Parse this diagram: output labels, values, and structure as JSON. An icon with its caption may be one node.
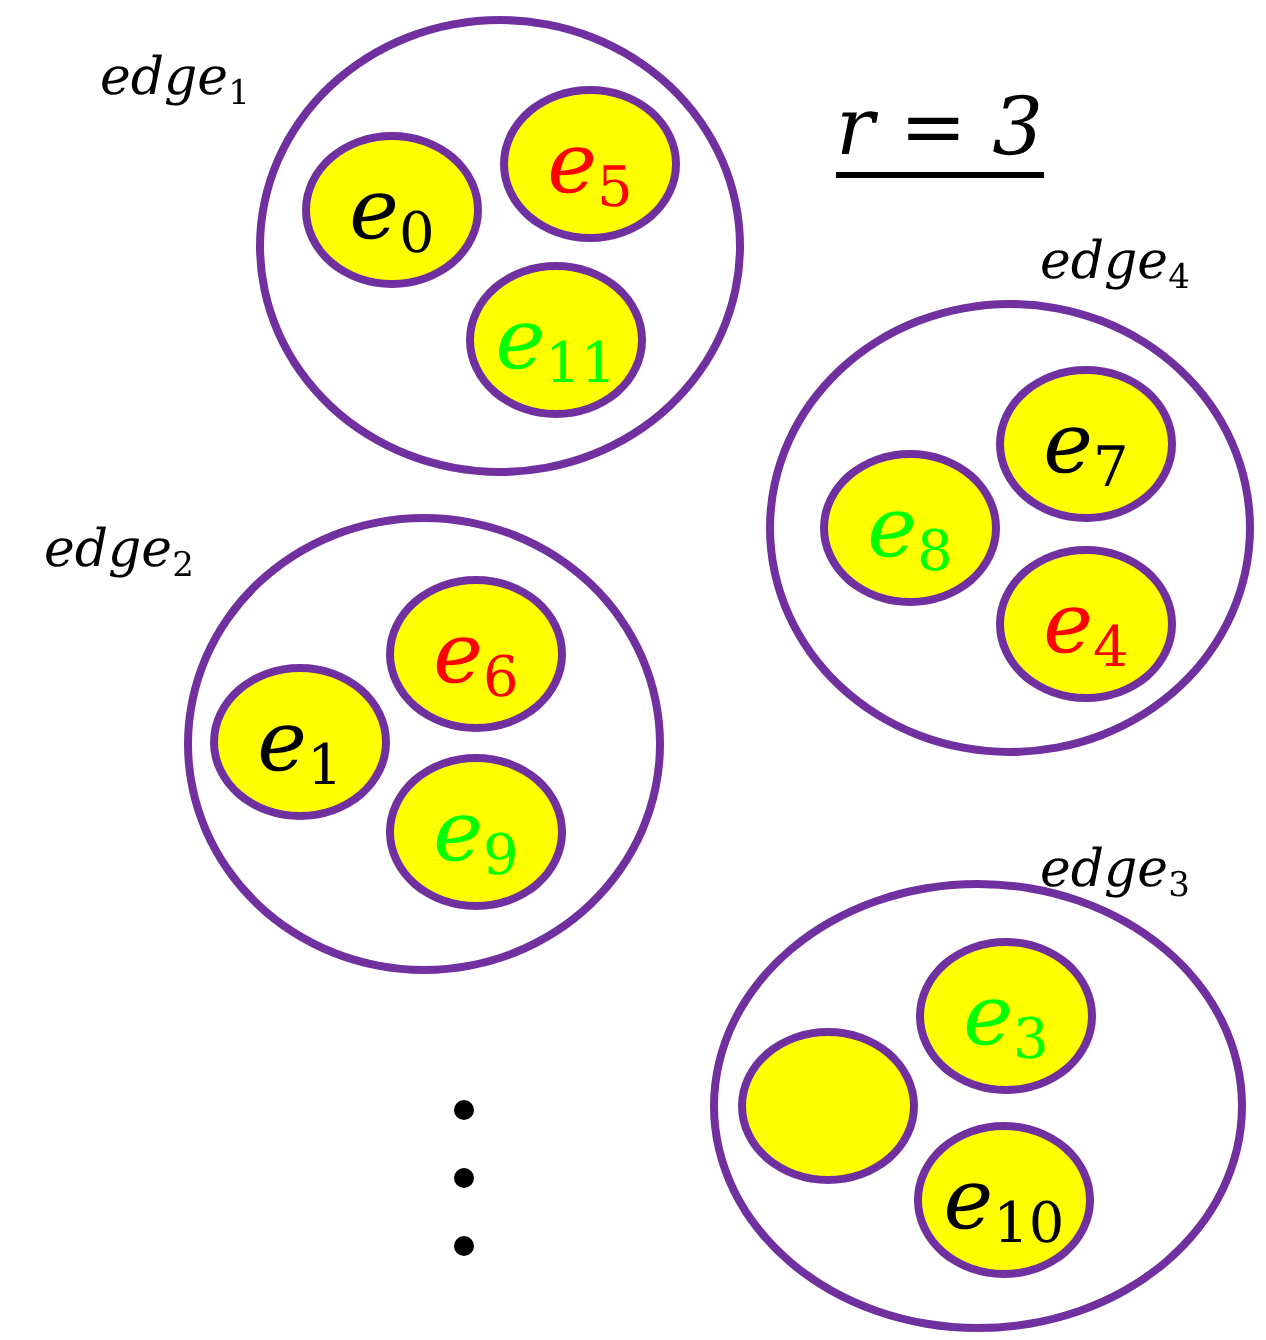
{
  "diagram": {
    "nodes": [
      {
        "text": [
          "edge$_{1}$"
        ]
      },
      {
        "text": [
          "e$_{0}$"
        ],
        "in": 0
      },
      {
        "text": [
          "e$_{5}$"
        ],
        "in": 0
      },
      {
        "text": [
          "e$_{11}$"
        ],
        "in": 0
      },
      {
        "text": [
          "edge$_{4}$"
        ]
      },
      {
        "text": [
          "e$_{7}$"
        ],
        "in": 4
      },
      {
        "text": [
          "e$_{8}$"
        ],
        "in": 4
      },
      {
        "text": [
          "e$_{4}$"
        ],
        "in": 4
      },
      {
        "text": [
          "edge$_{2}$"
        ]
      },
      {
        "text": [
          "e$_{6}$"
        ],
        "in": 8
      },
      {
        "text": [
          "e$_{1}$"
        ],
        "in": 8
      },
      {
        "text": [
          "e$_{9}$"
        ],
        "in": 8
      },
      {
        "text": [
          "edge$_{3}$"
        ]
      },
      {
        "text": [],
        "shape": "circle",
        "in": 12
      },
      {
        "text": [
          "e$_{3}$"
        ],
        "in": 12
      },
      {
        "text": [
          "e$_{10}$"
        ],
        "in": 12
      }
    ],
    "edges": [],
    "labels": [
      "r = 3"
    ]
  }
}
